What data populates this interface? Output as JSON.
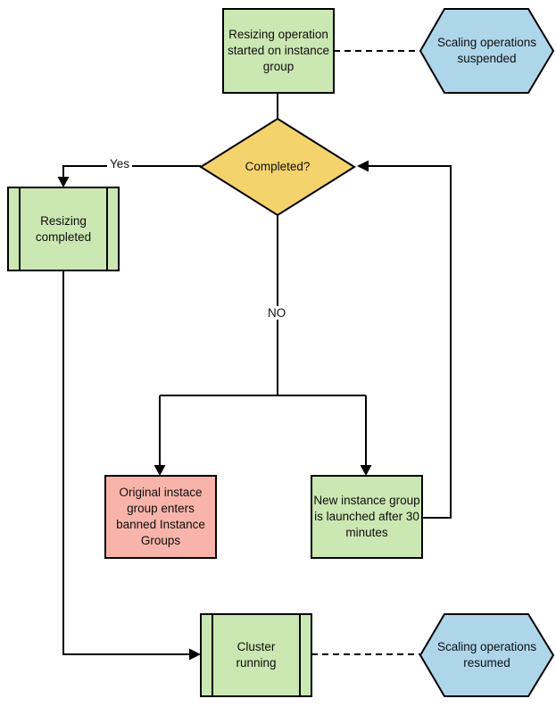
{
  "nodes": {
    "start": {
      "label": "Resizing operation started on instance group",
      "shape": "rectangle",
      "fill": "#cbe7b2"
    },
    "suspended": {
      "label": "Scaling operations suspended",
      "shape": "hexagon",
      "fill": "#aed6ea"
    },
    "decision": {
      "label": "Completed?",
      "shape": "diamond",
      "fill": "#f5d36c"
    },
    "resizing_completed": {
      "label": "Resizing completed",
      "shape": "predefined-process",
      "fill": "#cbe7b2"
    },
    "banned_group": {
      "label": "Original instace group enters banned Instance Groups",
      "shape": "rectangle",
      "fill": "#f8b4aa"
    },
    "new_group": {
      "label": "New instance group is launched after 30 minutes",
      "shape": "rectangle",
      "fill": "#cbe7b2"
    },
    "cluster_running": {
      "label": "Cluster running",
      "shape": "predefined-process",
      "fill": "#cbe7b2"
    },
    "resumed": {
      "label": "Scaling operations resumed",
      "shape": "hexagon",
      "fill": "#aed6ea"
    }
  },
  "edges": {
    "yes_label": "Yes",
    "no_label": "NO"
  },
  "colors": {
    "process_green": "#cbe7b2",
    "decision_yellow": "#f5d36c",
    "error_red": "#f8b4aa",
    "state_blue": "#aed6ea",
    "stroke": "#000000",
    "background": "#ffffff"
  }
}
